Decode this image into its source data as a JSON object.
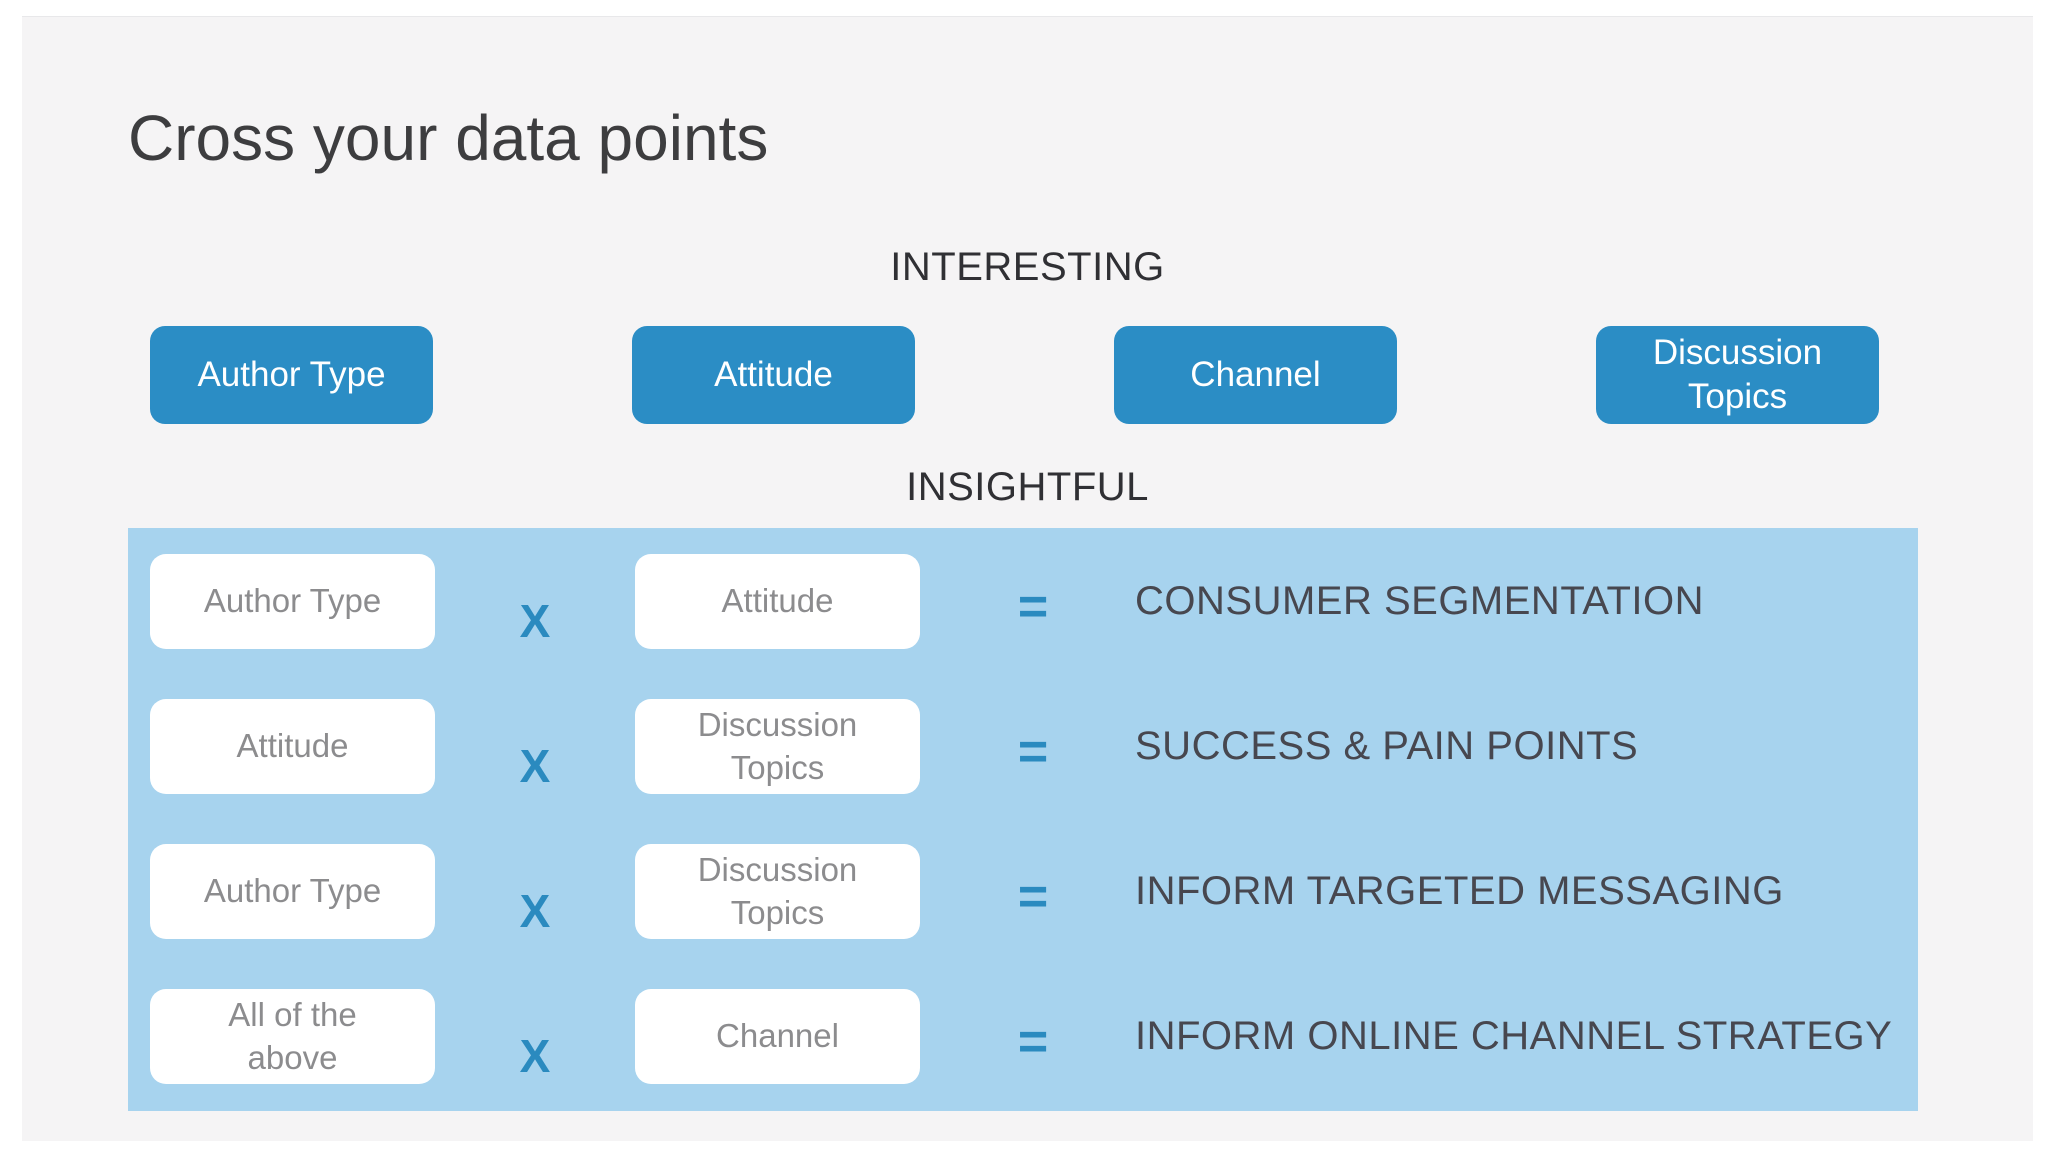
{
  "slide": {
    "title": "Cross your data points"
  },
  "interesting": {
    "heading": "INTERESTING",
    "chips": [
      "Author Type",
      "Attitude",
      "Channel",
      "Discussion Topics"
    ]
  },
  "insightful": {
    "heading": "INSIGHTFUL",
    "rows": [
      {
        "left": "Author Type",
        "op": "X",
        "right": "Attitude",
        "eq": "=",
        "result": "CONSUMER SEGMENTATION"
      },
      {
        "left": "Attitude",
        "op": "X",
        "right": "Discussion Topics",
        "eq": "=",
        "result": "SUCCESS & PAIN POINTS"
      },
      {
        "left": "Author Type",
        "op": "X",
        "right": "Discussion Topics",
        "eq": "=",
        "result": "INFORM TARGETED MESSAGING"
      },
      {
        "left": "All of the above",
        "op": "X",
        "right": "Channel",
        "eq": "=",
        "result": "INFORM ONLINE CHANNEL STRATEGY"
      }
    ]
  },
  "colors": {
    "slide_background": "#f5f4f5",
    "chip_blue": "#2b8dc5",
    "panel_blue": "#a7d3ee",
    "operator_blue": "#2a8abf",
    "title_text": "#3d3d3f",
    "heading_text": "#303034",
    "box_label_text": "#8c8c8e",
    "result_text": "#47474f",
    "chip_text": "#ffffff",
    "box_background": "#ffffff"
  }
}
